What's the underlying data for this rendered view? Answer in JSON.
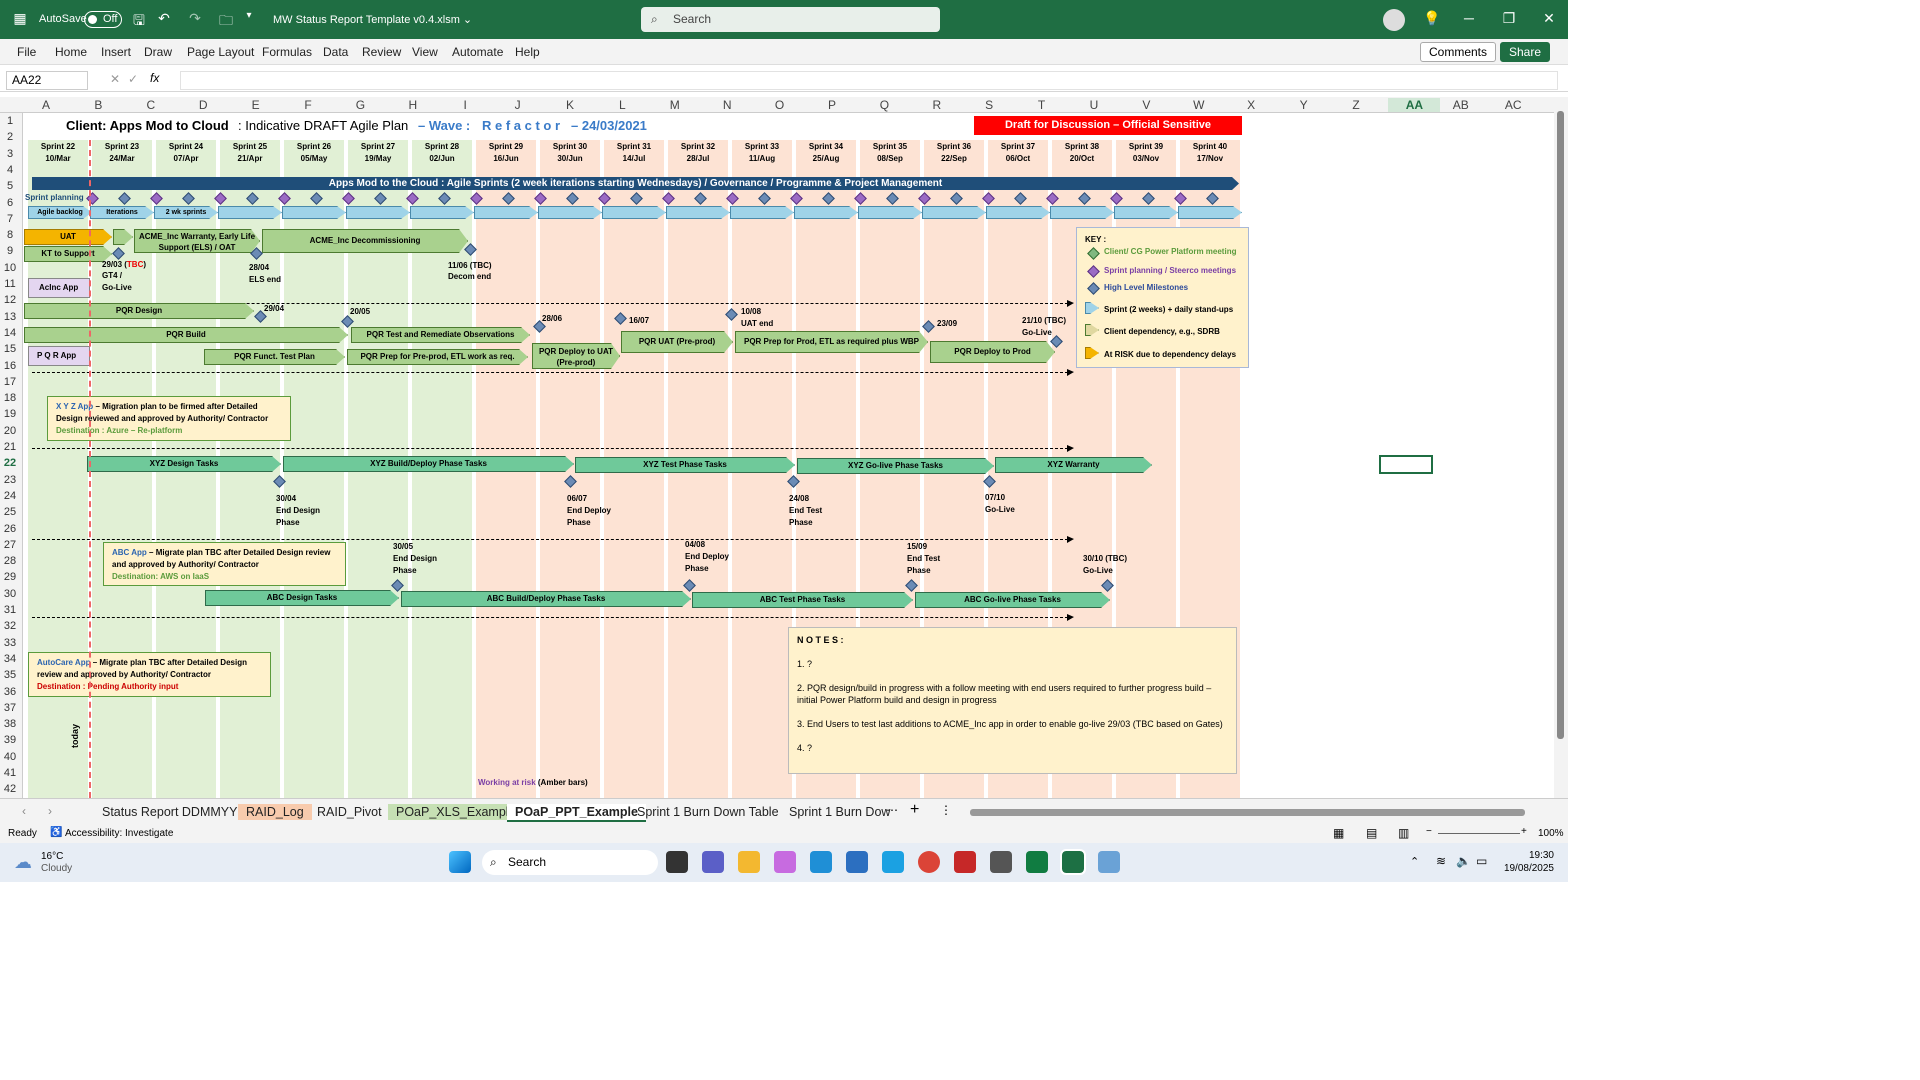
{
  "app": {
    "autosave_label": "AutoSave",
    "autosave_state": "Off",
    "file_name": "MW Status Report Template v0.4.xlsm",
    "search_placeholder": "Search"
  },
  "ribbon": {
    "tabs": [
      "File",
      "Home",
      "Insert",
      "Draw",
      "Page Layout",
      "Formulas",
      "Data",
      "Review",
      "View",
      "Automate",
      "Help"
    ],
    "comments": "Comments",
    "share": "Share"
  },
  "formula_bar": {
    "name_box": "AA22",
    "fx": "fx",
    "value": ""
  },
  "columns": [
    "A",
    "B",
    "C",
    "D",
    "E",
    "F",
    "G",
    "H",
    "I",
    "J",
    "K",
    "L",
    "M",
    "N",
    "O",
    "P",
    "Q",
    "R",
    "S",
    "T",
    "U",
    "V",
    "W",
    "X",
    "Y",
    "Z",
    "AA",
    "AB",
    "AC"
  ],
  "rows": [
    "1",
    "2",
    "3",
    "4",
    "5",
    "6",
    "7",
    "8",
    "9",
    "10",
    "11",
    "12",
    "13",
    "14",
    "15",
    "16",
    "17",
    "18",
    "19",
    "20",
    "21",
    "22",
    "23",
    "24",
    "25",
    "26",
    "27",
    "28",
    "29",
    "30",
    "31",
    "32",
    "33",
    "34",
    "35",
    "36",
    "37",
    "38",
    "39",
    "40",
    "41",
    "42"
  ],
  "plan": {
    "title_a": "Client: Apps Mod to Cloud",
    "title_b": ": Indicative DRAFT Agile Plan",
    "title_c": "– Wave :",
    "title_d": "R e f a c t o r",
    "title_e": "– 24/03/2021",
    "draft_banner": "Draft for Discussion – Official Sensitive",
    "sprints": [
      {
        "n": "Sprint 22",
        "d": "10/Mar"
      },
      {
        "n": "Sprint 23",
        "d": "24/Mar"
      },
      {
        "n": "Sprint 24",
        "d": "07/Apr"
      },
      {
        "n": "Sprint 25",
        "d": "21/Apr"
      },
      {
        "n": "Sprint 26",
        "d": "05/May"
      },
      {
        "n": "Sprint 27",
        "d": "19/May"
      },
      {
        "n": "Sprint 28",
        "d": "02/Jun"
      },
      {
        "n": "Sprint 29",
        "d": "16/Jun"
      },
      {
        "n": "Sprint 30",
        "d": "30/Jun"
      },
      {
        "n": "Sprint 31",
        "d": "14/Jul"
      },
      {
        "n": "Sprint 32",
        "d": "28/Jul"
      },
      {
        "n": "Sprint 33",
        "d": "11/Aug"
      },
      {
        "n": "Sprint 34",
        "d": "25/Aug"
      },
      {
        "n": "Sprint 35",
        "d": "08/Sep"
      },
      {
        "n": "Sprint 36",
        "d": "22/Sep"
      },
      {
        "n": "Sprint 37",
        "d": "06/Oct"
      },
      {
        "n": "Sprint 38",
        "d": "20/Oct"
      },
      {
        "n": "Sprint 39",
        "d": "03/Nov"
      },
      {
        "n": "Sprint 40",
        "d": "17/Nov"
      }
    ],
    "governance": "Apps Mod to the Cloud : Agile Sprints (2 week iterations starting Wednesdays) / Governance / Programme & Project Management",
    "sprint_planning": "Sprint planning",
    "agile_backlog": "Agile backlog",
    "iterations": "Iterations",
    "wk_sprints": "2 wk sprints",
    "uat": "UAT",
    "kt": "KT to Support",
    "acme_warranty": "ACME_Inc Warranty, Early Life Support (ELS) / OAT",
    "acme_decom": "ACME_Inc Decommissioning",
    "m_2903": "29/03 (",
    "m_tbc": "TBC",
    "m_close": ")",
    "m_gt4": "GT4 /",
    "m_golive": "Go-Live",
    "m_2804": "28/04",
    "m_els": "ELS end",
    "m_1106": "11/06 (TBC)",
    "m_decom": "Decom end",
    "acinc_app": "AcInc App",
    "pqr_design": "PQR Design",
    "m_2904": "29/04",
    "m_2005": "20/05",
    "pqr_build": "PQR Build",
    "pqr_test": "PQR Test and Remediate Observations",
    "m_2806": "28/06",
    "m_1607": "16/07",
    "m_1008": "10/08",
    "m_uat_end": "UAT end",
    "m_2309": "23/09",
    "m_2110": "21/10 (TBC)",
    "m_golive2": "Go-Live",
    "pqr_app": "P Q R  App",
    "pqr_funct": "PQR Funct. Test Plan",
    "pqr_prep": "PQR Prep for Pre-prod, ETL work as req.",
    "pqr_deploy_uat": "PQR Deploy to UAT (Pre-prod)",
    "pqr_uat": "PQR UAT (Pre-prod)",
    "pqr_prep_prod": "PQR Prep for Prod, ETL as required plus WBP",
    "pqr_deploy_prod": "PQR Deploy to Prod",
    "key_title": "KEY :",
    "key_items": [
      "Client/ CG Power Platform meeting",
      "Sprint planning / Steerco meetings",
      "High Level Milestones",
      "Sprint (2 weeks) + daily stand-ups",
      "Client dependency, e.g., SDRB",
      "At RISK due to dependency delays"
    ],
    "xyz_name": "X Y Z  App",
    "xyz_text": "– Migration plan to be firmed after Detailed Design reviewed and approved by Authority/ Contractor",
    "xyz_dest": "Destination : Azure – Re-platform",
    "xyz_design": "XYZ Design Tasks",
    "xyz_build": "XYZ Build/Deploy Phase Tasks",
    "xyz_test": "XYZ Test Phase Tasks",
    "xyz_golive": "XYZ Go-live Phase Tasks",
    "xyz_warranty": "XYZ Warranty",
    "m_3004": "30/04",
    "m_end_design": "End Design",
    "m_phase": "Phase",
    "m_0607": "06/07",
    "m_end_deploy": "End Deploy",
    "m_2408": "24/08",
    "m_end_test": "End Test",
    "m_0710": "07/10",
    "m_golive3": "Go-Live",
    "abc_name": "ABC App",
    "abc_text": "– Migrate plan TBC after Detailed Design review and approved by Authority/ Contractor",
    "abc_dest": "Destination: AWS on IaaS",
    "m_3005": "30/05",
    "m_0408": "04/08",
    "m_1509": "15/09",
    "m_3010": "30/10 (TBC)",
    "abc_design": "ABC Design Tasks",
    "abc_build": "ABC Build/Deploy Phase Tasks",
    "abc_test": "ABC Test Phase Tasks",
    "abc_golive": "ABC Go-live Phase Tasks",
    "notes_title": "N O T E S :",
    "notes": [
      "1. ?",
      "2. PQR design/build in progress with a follow meeting with end users required to further progress build – initial Power Platform build and design in progress",
      "3. End Users to test last additions to ACME_Inc app in order to enable go-live 29/03 (TBC based on Gates)",
      "4. ?"
    ],
    "autocare_name": "AutoCare App",
    "autocare_text": "– Migrate plan TBC after Detailed Design review and approved by Authority/ Contractor",
    "autocare_dest": "Destination : Pending Authority input",
    "today": "today",
    "risk_a": "Working at risk",
    "risk_b": "(Amber bars)"
  },
  "sheets": [
    "Status Report DDMMYY",
    "RAID_Log",
    "RAID_Pivot",
    "POaP_XLS_Example",
    "POaP_PPT_Example",
    "Sprint 1 Burn Down Table",
    "Sprint 1 Burn Dow"
  ],
  "statusbar": {
    "ready": "Ready",
    "accessibility": "Accessibility: Investigate",
    "zoom": "100%"
  },
  "taskbar": {
    "temp": "16°C",
    "weather": "Cloudy",
    "search": "Search",
    "time": "19:30",
    "date": "19/08/2025"
  }
}
